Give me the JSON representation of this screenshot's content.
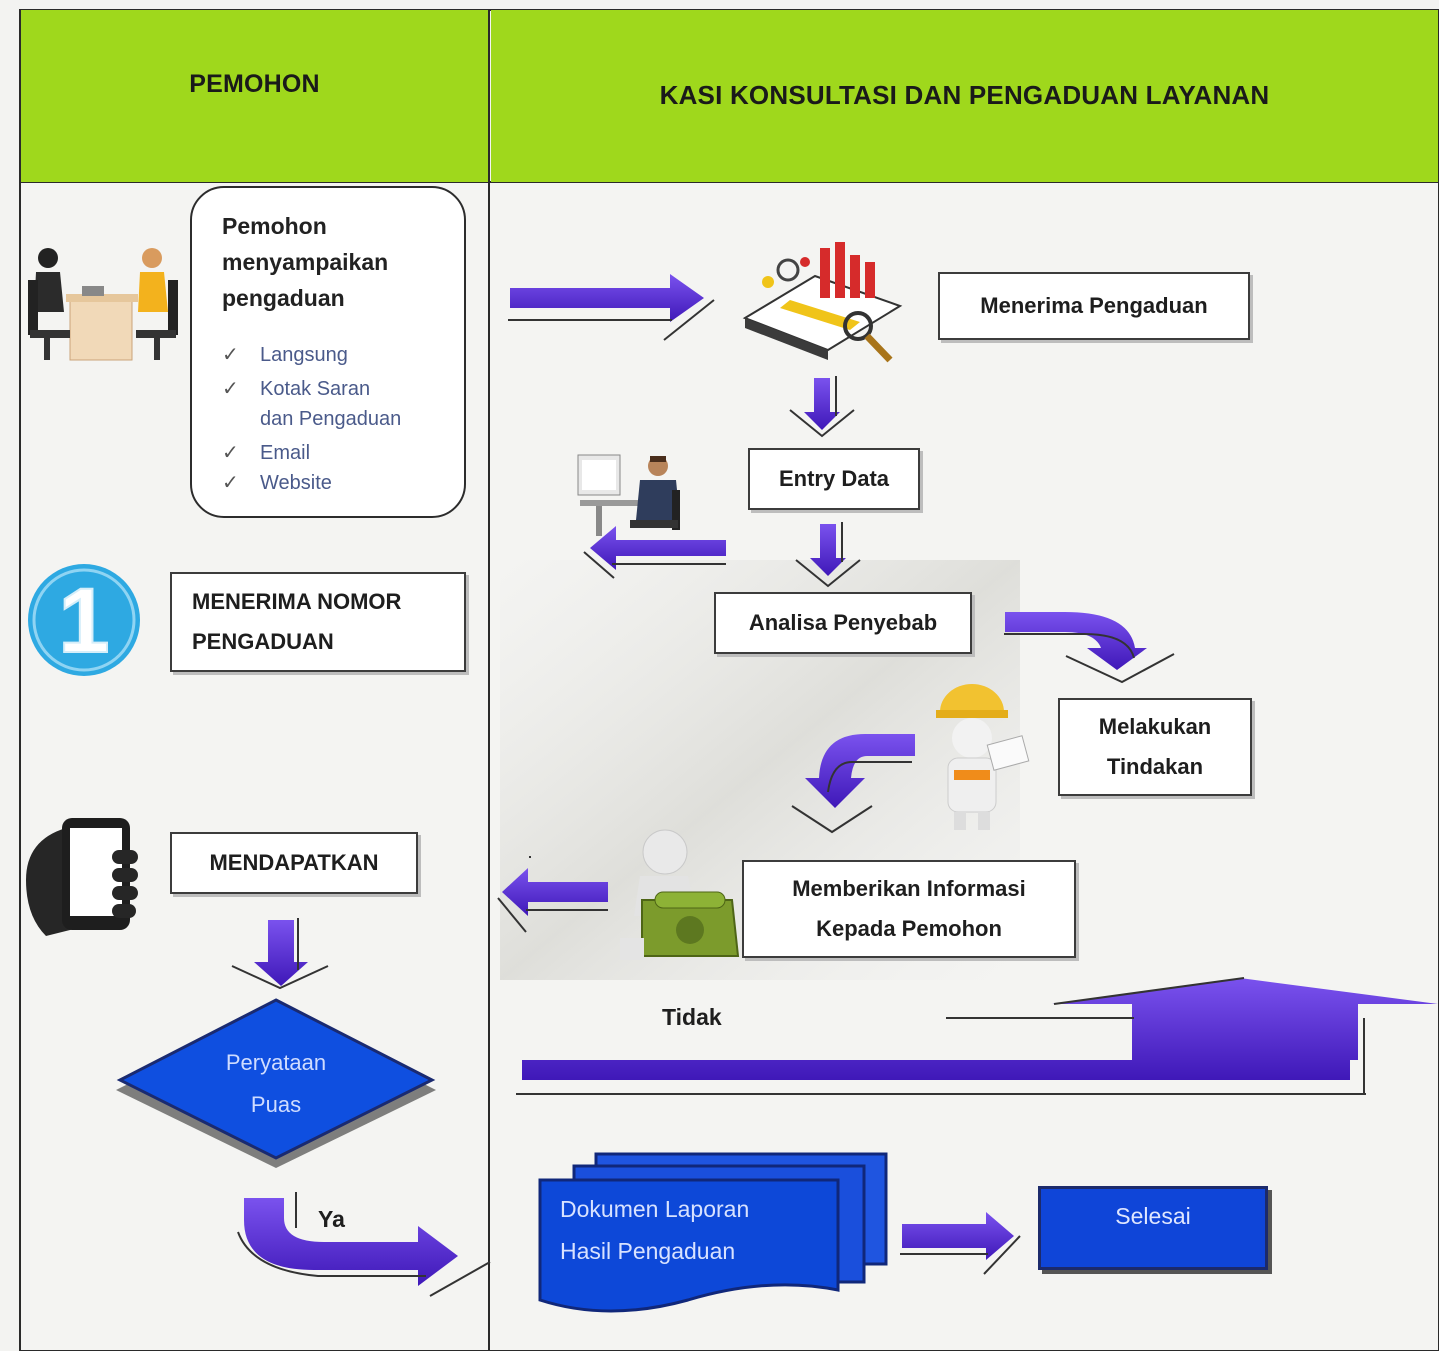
{
  "lanes": {
    "left_header": "PEMOHON",
    "right_header": "KASI KONSULTASI DAN PENGADUAN LAYANAN"
  },
  "pemohon_box": {
    "title_lines": [
      "Pemohon",
      "menyampaikan",
      "pengaduan"
    ],
    "items": [
      "Langsung",
      "Kotak Saran",
      "dan Pengaduan",
      "Email",
      "Website"
    ]
  },
  "step_number": "1",
  "nodes": {
    "menerima_nomor": [
      "MENERIMA NOMOR",
      "PENGADUAN"
    ],
    "menerima_pengaduan": "Menerima Pengaduan",
    "entry_data": "Entry Data",
    "analisa": "Analisa Penyebab",
    "melakukan": [
      "Melakukan",
      "Tindakan"
    ],
    "memberikan": [
      "Memberikan Informasi",
      "Kepada Pemohon"
    ],
    "mendapatkan": "MENDAPATKAN",
    "decision": [
      "Peryataan",
      "Puas"
    ],
    "dokumen": [
      "Dokumen Laporan",
      "Hasil Pengaduan"
    ],
    "selesai": "Selesai"
  },
  "edge_labels": {
    "no": "Tidak",
    "yes": "Ya"
  },
  "colors": {
    "header": "#9fd81c",
    "arrow": "#5b2bd6",
    "process_blue": "#0f45d8",
    "badge": "#2ea9e2"
  }
}
